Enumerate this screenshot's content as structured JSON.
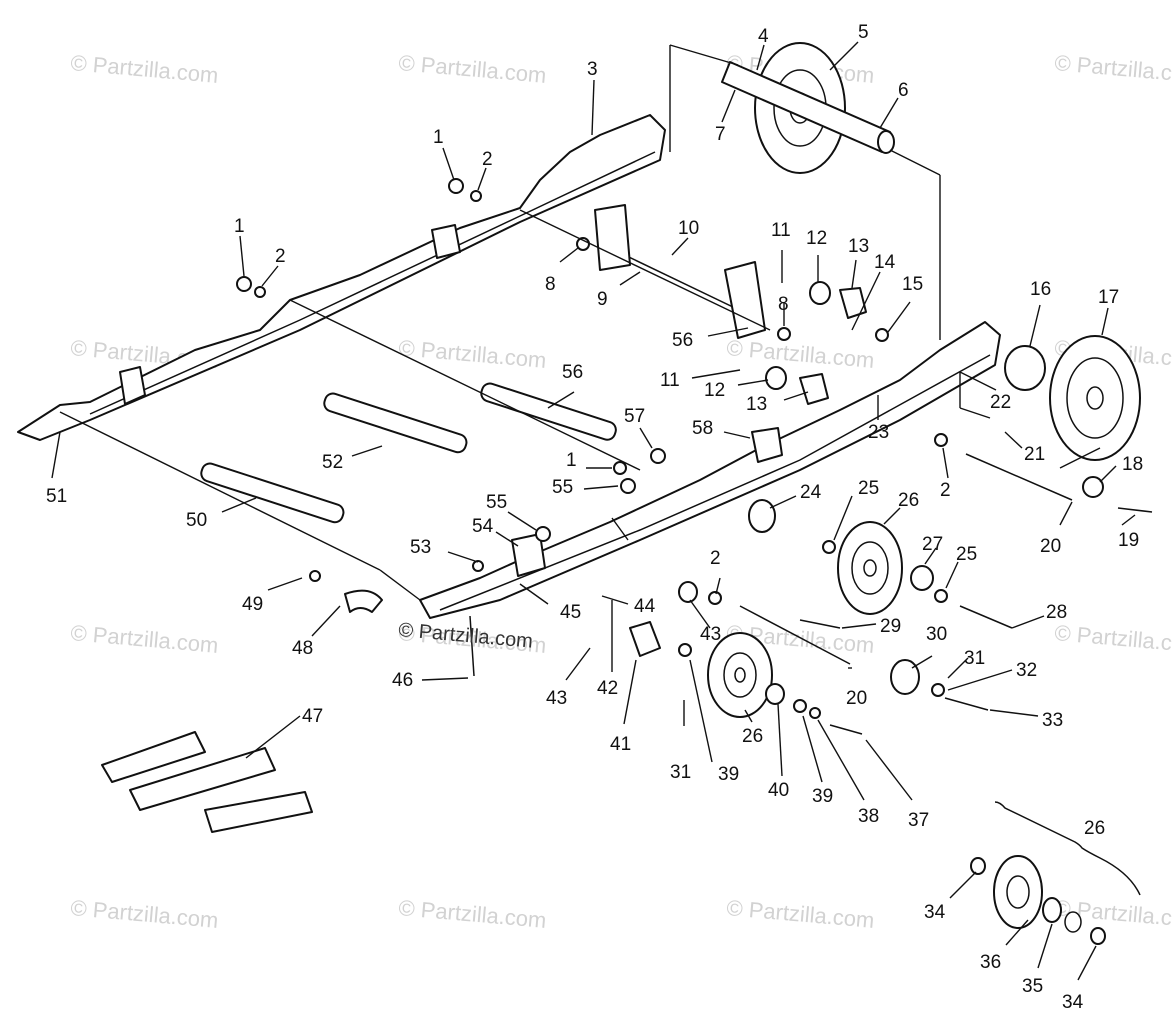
{
  "diagram": {
    "watermark": "© Partzilla.com",
    "callouts": [
      "1",
      "2",
      "3",
      "4",
      "5",
      "6",
      "7",
      "8",
      "9",
      "10",
      "11",
      "12",
      "13",
      "14",
      "15",
      "16",
      "17",
      "18",
      "19",
      "20",
      "21",
      "22",
      "23",
      "24",
      "25",
      "26",
      "27",
      "28",
      "29",
      "30",
      "31",
      "32",
      "33",
      "34",
      "35",
      "36",
      "37",
      "38",
      "39",
      "40",
      "41",
      "42",
      "43",
      "44",
      "45",
      "46",
      "47",
      "48",
      "49",
      "50",
      "51",
      "52",
      "53",
      "54",
      "55",
      "56",
      "57",
      "58"
    ]
  }
}
